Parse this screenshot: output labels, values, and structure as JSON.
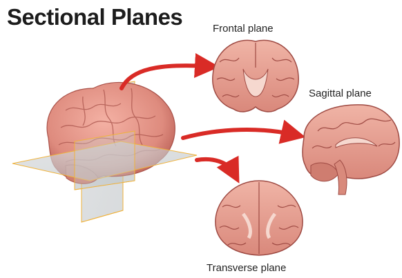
{
  "title": "Sectional Planes",
  "labels": {
    "frontal": "Frontal plane",
    "sagittal": "Sagittal plane",
    "transverse": "Transverse plane"
  },
  "colors": {
    "brain_tissue": "#e79a8d",
    "brain_dark": "#b65b52",
    "plane_glass": "#c9cdcf",
    "plane_edge": "#f0b23a",
    "arrow": "#d92b26"
  }
}
